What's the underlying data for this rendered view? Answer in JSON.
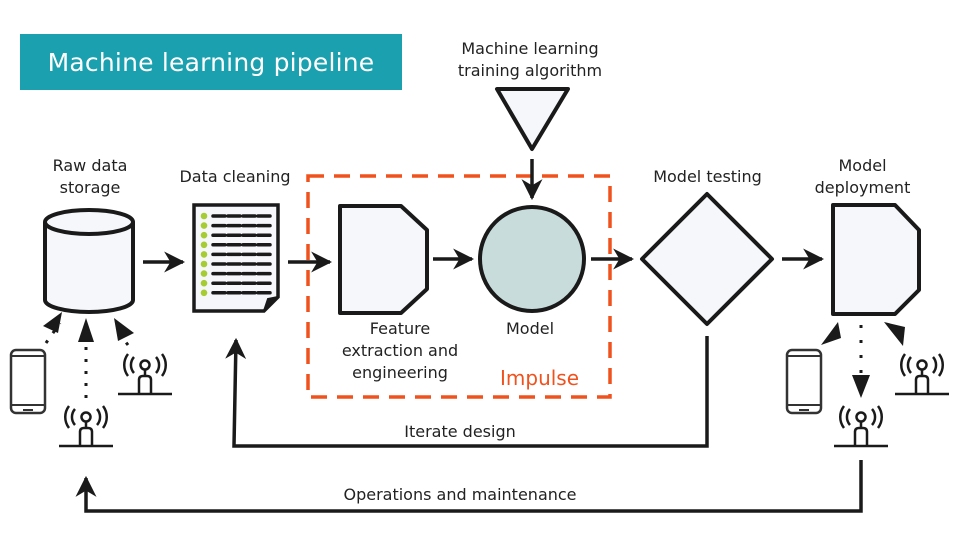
{
  "title": "Machine learning pipeline",
  "colors": {
    "title_bg": "#1aa0ae",
    "impulse_accent": "#f0521e",
    "shape_fill": "#f5f7fb",
    "model_fill": "#c8dcdc",
    "check_green": "#a6cc33",
    "stroke": "#1a1a1a"
  },
  "nodes": {
    "algorithm": {
      "label_line1": "Machine learning",
      "label_line2": "training algorithm",
      "shape": "triangle-down"
    },
    "raw_data": {
      "label_line1": "Raw data",
      "label_line2": "storage",
      "shape": "cylinder"
    },
    "cleaning": {
      "label": "Data cleaning",
      "shape": "document-checklist"
    },
    "feature": {
      "label_line1": "Feature",
      "label_line2": "extraction and",
      "label_line3": "engineering",
      "shape": "display"
    },
    "model": {
      "label": "Model",
      "shape": "circle"
    },
    "testing": {
      "label": "Model testing",
      "shape": "diamond"
    },
    "deployment": {
      "label_line1": "Model",
      "label_line2": "deployment",
      "shape": "display"
    }
  },
  "group": {
    "label": "Impulse"
  },
  "loops": {
    "iterate": "Iterate design",
    "operations": "Operations and maintenance"
  },
  "devices": {
    "sources": [
      "phone-icon",
      "antenna-icon",
      "antenna-icon"
    ],
    "targets": [
      "phone-icon",
      "antenna-icon",
      "antenna-icon"
    ]
  }
}
